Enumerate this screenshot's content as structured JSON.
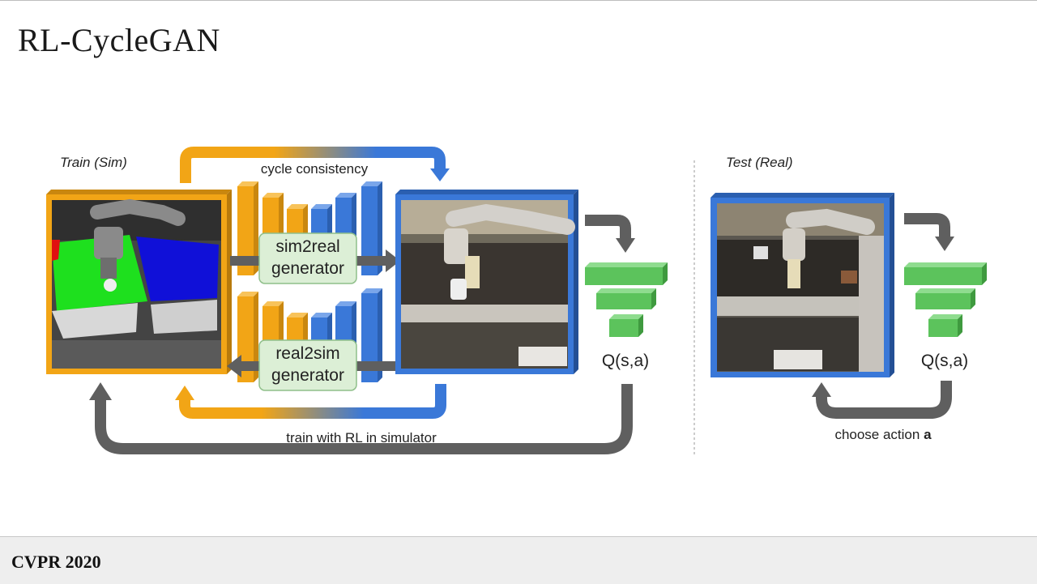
{
  "slide": {
    "title": "RL-CycleGAN",
    "footer": "CVPR 2020"
  },
  "diagram": {
    "train_label": "Train (Sim)",
    "test_label": "Test (Real)",
    "cycle_label": "cycle consistency",
    "gen_top_line1": "sim2real",
    "gen_top_line2": "generator",
    "gen_bottom_line1": "real2sim",
    "gen_bottom_line2": "generator",
    "q_left": "Q(s,a)",
    "q_right": "Q(s,a)",
    "train_rl_label": "train with RL in simulator",
    "choose_action_label": "choose action",
    "choose_action_var": "a"
  },
  "colors": {
    "orange": "#f2a516",
    "blue": "#3a78d8",
    "green": "#5cc35c",
    "gray_arrow": "#5f5f5f",
    "generator_box": "#dcefd6"
  }
}
